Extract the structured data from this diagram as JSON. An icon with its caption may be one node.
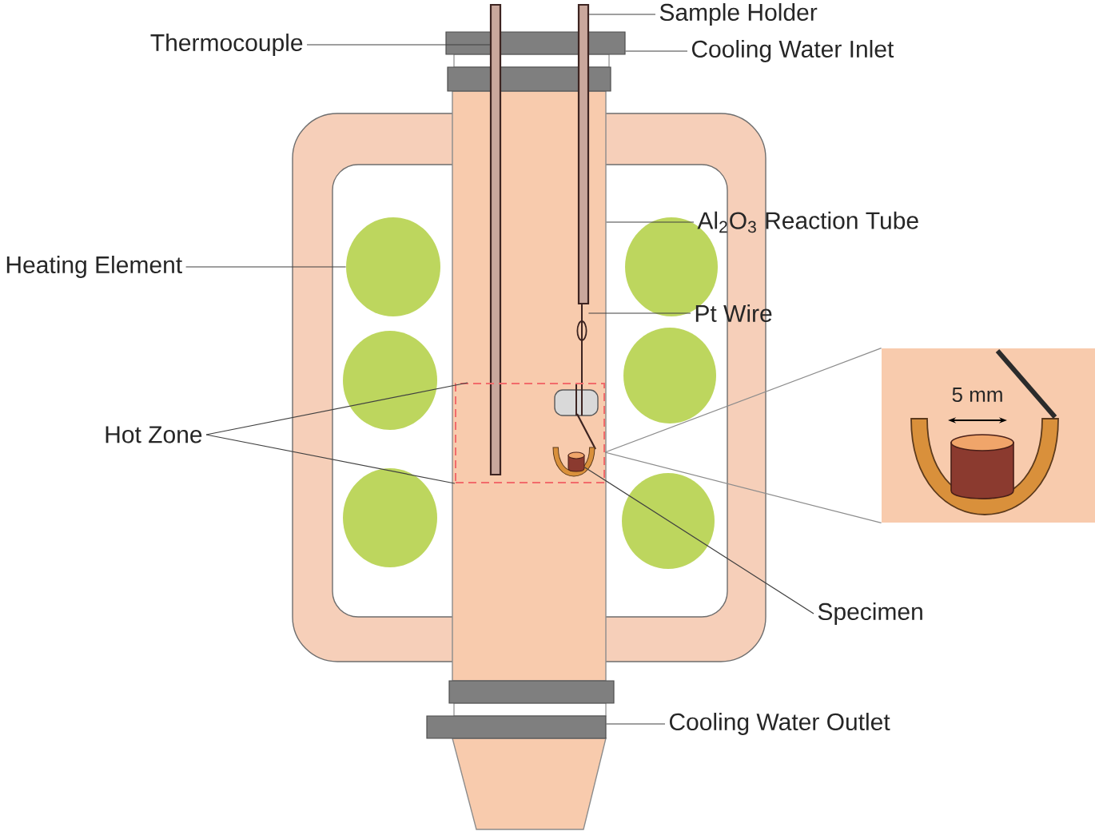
{
  "diagram": {
    "nodes": [
      {
        "text": [
          "Sample Holder"
        ]
      },
      {
        "text": [],
        "shape": "bar"
      },
      {
        "text": [
          "Thermocouple"
        ]
      },
      {
        "text": [],
        "shape": "bar"
      },
      {
        "text": [
          "Cooling Water Inlet"
        ]
      },
      {
        "text": [],
        "shape": "bar"
      },
      {
        "text": [],
        "shape": "bar"
      },
      {
        "text": [],
        "shape": "box"
      },
      {
        "text": [
          "Al$_{2}$O$_{3}$ Reaction Tube"
        ]
      },
      {
        "text": [
          "Heating Element"
        ]
      },
      {
        "text": [],
        "shape": "circle"
      },
      {
        "text": [],
        "shape": "circle"
      },
      {
        "text": [],
        "shape": "circle"
      },
      {
        "text": [],
        "shape": "circle"
      },
      {
        "text": [],
        "shape": "circle"
      },
      {
        "text": [],
        "shape": "circle"
      },
      {
        "text": [
          "Pt Wire"
        ]
      },
      {
        "text": [],
        "shape": "line",
        "in": 7
      },
      {
        "text": [],
        "shape": "box",
        "in": 7
      },
      {
        "text": [
          "Hot Zone"
        ]
      },
      {
        "text": [],
        "shape": "box"
      },
      {
        "text": [],
        "shape": "cylinder",
        "in": 18
      },
      {
        "text": [
          "Specimen"
        ]
      },
      {
        "text": [],
        "shape": "bar"
      },
      {
        "text": [],
        "shape": "bar"
      },
      {
        "text": [
          "Cooling Water Outlet"
        ]
      }
    ],
    "edges": [
      {
        "from": 0,
        "to": 1,
        "arrow": "none"
      },
      {
        "from": 2,
        "to": 3,
        "arrow": "none"
      },
      {
        "from": 4,
        "to": 5,
        "arrow": "none"
      },
      {
        "from": 8,
        "to": 7,
        "arrow": "none"
      },
      {
        "from": 9,
        "to": 10,
        "arrow": "none"
      },
      {
        "from": 16,
        "to": 17,
        "arrow": "none"
      },
      {
        "from": 19,
        "to": 18,
        "arrow": "none"
      },
      {
        "from": 19,
        "to": 18,
        "arrow": "none"
      },
      {
        "from": 18,
        "to": 20,
        "arrow": "none",
        "color": "#8c8c8c"
      },
      {
        "from": 18,
        "to": 20,
        "arrow": "none",
        "color": "#8c8c8c"
      },
      {
        "from": 22,
        "to": 21,
        "arrow": "none"
      },
      {
        "from": 25,
        "to": 24,
        "arrow": "none"
      }
    ],
    "labels": [
      "5 mm"
    ]
  }
}
